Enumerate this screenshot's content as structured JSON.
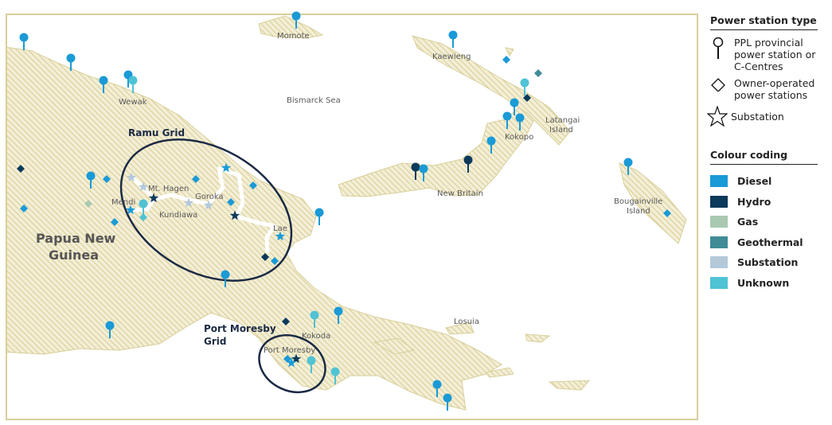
{
  "map": {
    "labels": {
      "png": [
        "Papua New",
        "Guinea"
      ],
      "wewak": "Wewak",
      "momote": "Momote",
      "kaewieng": "Kaewieng",
      "bismarck": "Bismarck Sea",
      "latangai": [
        "Latangai",
        "Island"
      ],
      "kokopo": "Kokopo",
      "new_britain": "New Britain",
      "bougainville": [
        "Bougainville",
        "Island"
      ],
      "mt_hagen": "Mt. Hagen",
      "mendi": "Mendi",
      "goroka": "Goroka",
      "kundiawa": "Kundiawa",
      "lae": "Lae",
      "kokoda": "Kokoda",
      "port_moresby": "Port Moresby",
      "losuia": "Losuia",
      "ramu_grid": "Ramu Grid",
      "pm_grid": [
        "Port Moresby",
        "Grid"
      ]
    }
  },
  "legend": {
    "type_title": "Power station type",
    "types": [
      {
        "icon": "pin",
        "label": "PPL provincial power station or C-Centres"
      },
      {
        "icon": "diamond",
        "label": "Owner-operated power stations"
      },
      {
        "icon": "star",
        "label": "Substation"
      }
    ],
    "colour_title": "Colour coding",
    "colours": [
      {
        "key": "diesel",
        "label": "Diesel",
        "color": "#1a9ad6"
      },
      {
        "key": "hydro",
        "label": "Hydro",
        "color": "#0b3a5a"
      },
      {
        "key": "gas",
        "label": "Gas",
        "color": "#a9c9b0"
      },
      {
        "key": "geothermal",
        "label": "Geothermal",
        "color": "#3f8c97"
      },
      {
        "key": "substation",
        "label": "Substation",
        "color": "#b3c9da"
      },
      {
        "key": "unknown",
        "label": "Unknown",
        "color": "#4fc3d4"
      }
    ]
  }
}
